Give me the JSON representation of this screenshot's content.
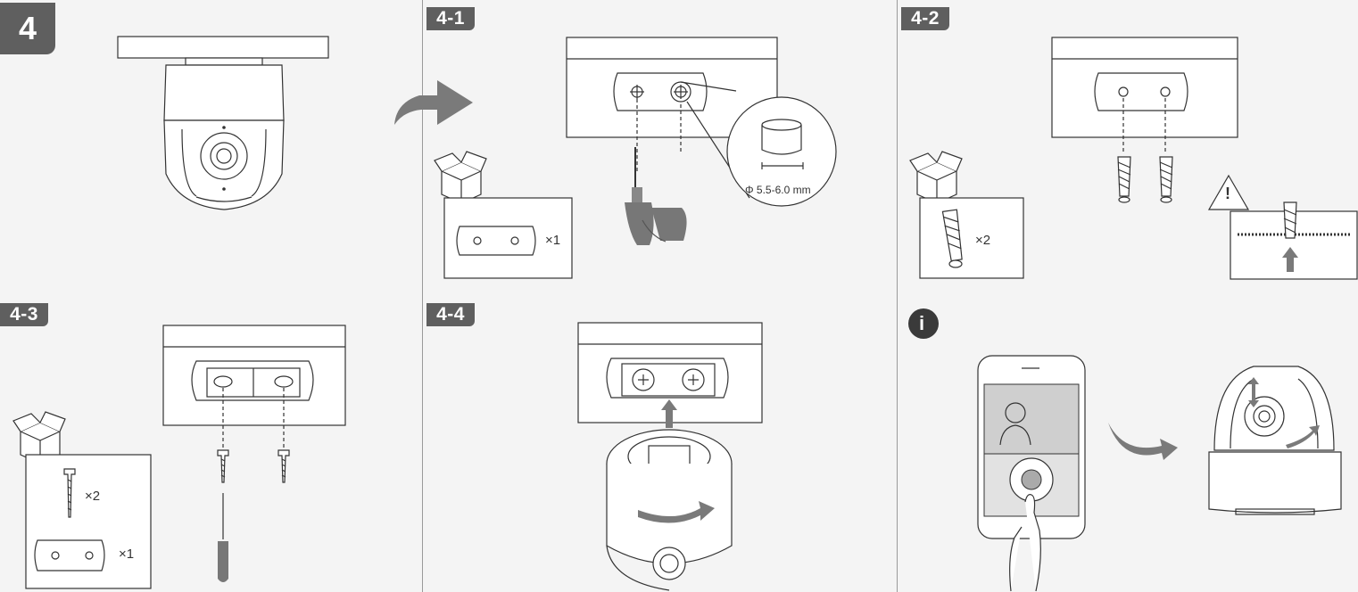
{
  "steps": {
    "main": "4",
    "s1": "4-1",
    "s2": "4-2",
    "s3": "4-3",
    "s4": "4-4"
  },
  "drill_spec": "Φ 5.5-6.0 mm",
  "quantities": {
    "plate_4_1": "×1",
    "anchors_4_2": "×2",
    "screws_4_3": "×2",
    "plate_4_3": "×1"
  },
  "info_badge": "i",
  "warning_symbol": "!",
  "colors": {
    "badge": "#5f5f5f",
    "arrow": "#7a7a7a",
    "line": "#333333",
    "background": "#f4f4f4"
  }
}
